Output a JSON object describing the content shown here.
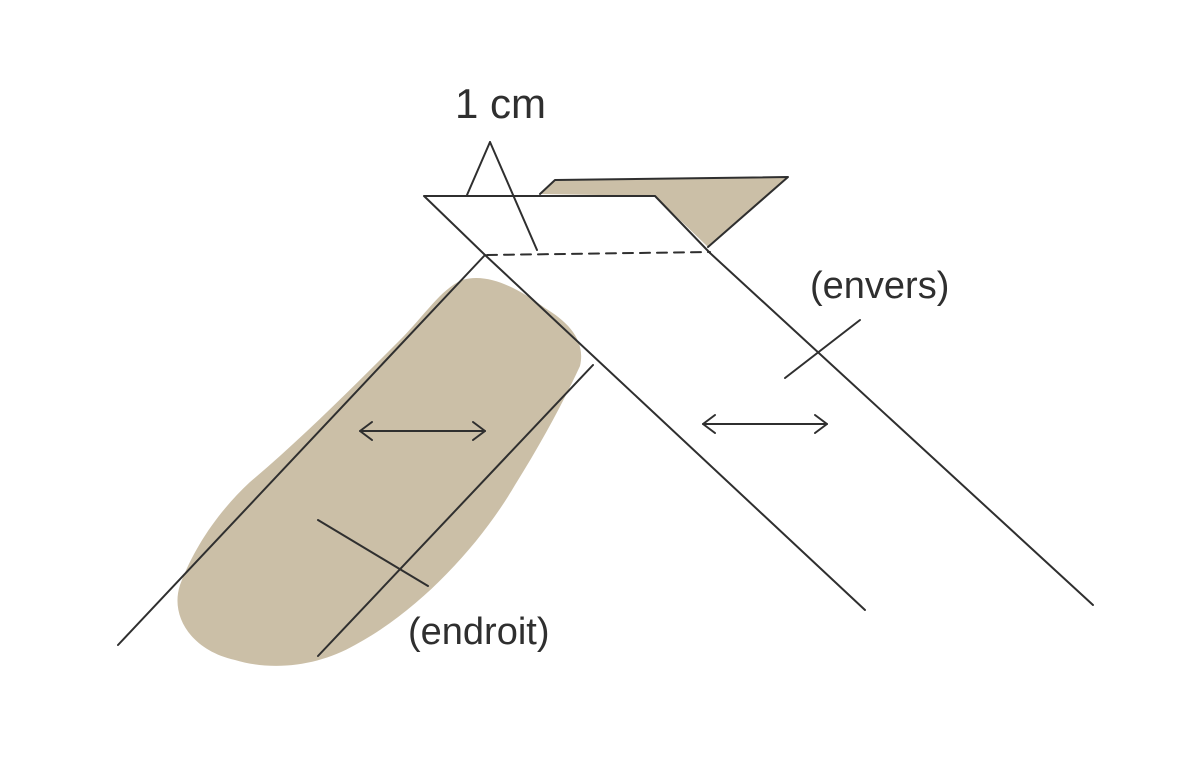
{
  "labels": {
    "measurement": "1 cm",
    "wrong_side": "(envers)",
    "right_side": "(endroit)"
  },
  "colors": {
    "fabric_fill": "#cbbfa7",
    "line": "#2f2f2f",
    "background": "#ffffff"
  }
}
